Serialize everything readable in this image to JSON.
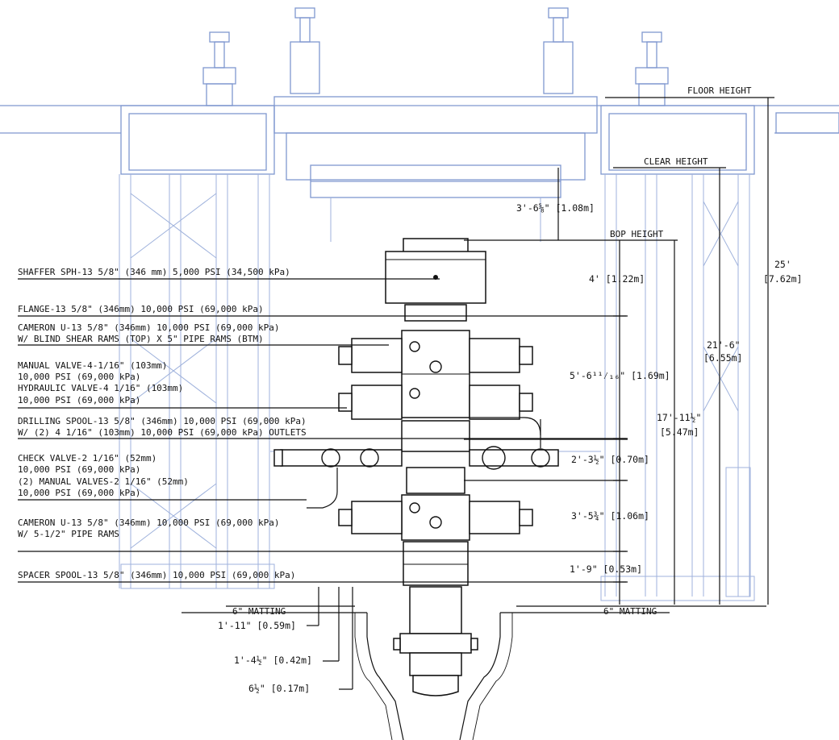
{
  "levels": {
    "floor_height": "FLOOR HEIGHT",
    "clear_height": "CLEAR HEIGHT",
    "bop_height": "BOP HEIGHT",
    "matting_left": "6\" MATTING",
    "matting_right": "6\" MATTING"
  },
  "components": [
    {
      "line1": "SHAFFER SPH-13 5/8\" (346 mm) 5,000 PSI (34,500 kPa)"
    },
    {
      "line1": "FLANGE-13 5/8\" (346mm) 10,000 PSI (69,000 kPa)"
    },
    {
      "line1": "CAMERON U-13 5/8\" (346mm) 10,000 PSI (69,000 kPa)",
      "line2": "W/ BLIND SHEAR RAMS (TOP) X 5\" PIPE RAMS (BTM)"
    },
    {
      "line1": "MANUAL VALVE-4-1/16\" (103mm)",
      "line2": "10,000 PSI (69,000 kPa)",
      "line3": "HYDRAULIC VALVE-4 1/16\" (103mm)",
      "line4": "10,000 PSI (69,000 kPa)"
    },
    {
      "line1": "DRILLING SPOOL-13 5/8\" (346mm) 10,000 PSI (69,000 kPa)",
      "line2": "W/ (2) 4 1/16\" (103mm) 10,000 PSI (69,000 kPa) OUTLETS"
    },
    {
      "line1": "CHECK VALVE-2 1/16\" (52mm)",
      "line2": "10,000 PSI (69,000 kPa)",
      "line3": "(2) MANUAL VALVES-2 1/16\" (52mm)",
      "line4": "10,000 PSI (69,000 kPa)"
    },
    {
      "line1": "CAMERON U-13 5/8\" (346mm) 10,000 PSI (69,000 kPa)",
      "line2": "W/ 5-1/2\" PIPE RAMS"
    },
    {
      "line1": "SPACER SPOOL-13 5/8\" (346mm) 10,000 PSI (69,000 kPa)"
    }
  ],
  "dimensions": {
    "clearance": "3'-6⅝\" [1.08m]",
    "floor_total": "25'",
    "floor_total_m": "[7.62m]",
    "clear_total": "21'-6\"",
    "clear_total_m": "[6.55m]",
    "bop_total": "17'-11½\"",
    "bop_total_m": "[5.47m]",
    "annular": "4' [1.22m]",
    "dual_ram": "5'-6¹¹⁄₁₆\" [1.69m]",
    "spool": "2'-3½\" [0.70m]",
    "single_ram": "3'-5¾\" [1.06m]",
    "spacer": "1'-9\" [0.53m]",
    "sub1": "1'-11\" [0.59m]",
    "sub2": "1'-4½\" [0.42m]",
    "sub3": "6½\" [0.17m]"
  },
  "colors": {
    "rig": "#7f97cf",
    "bop": "#111111",
    "background": "#ffffff"
  }
}
